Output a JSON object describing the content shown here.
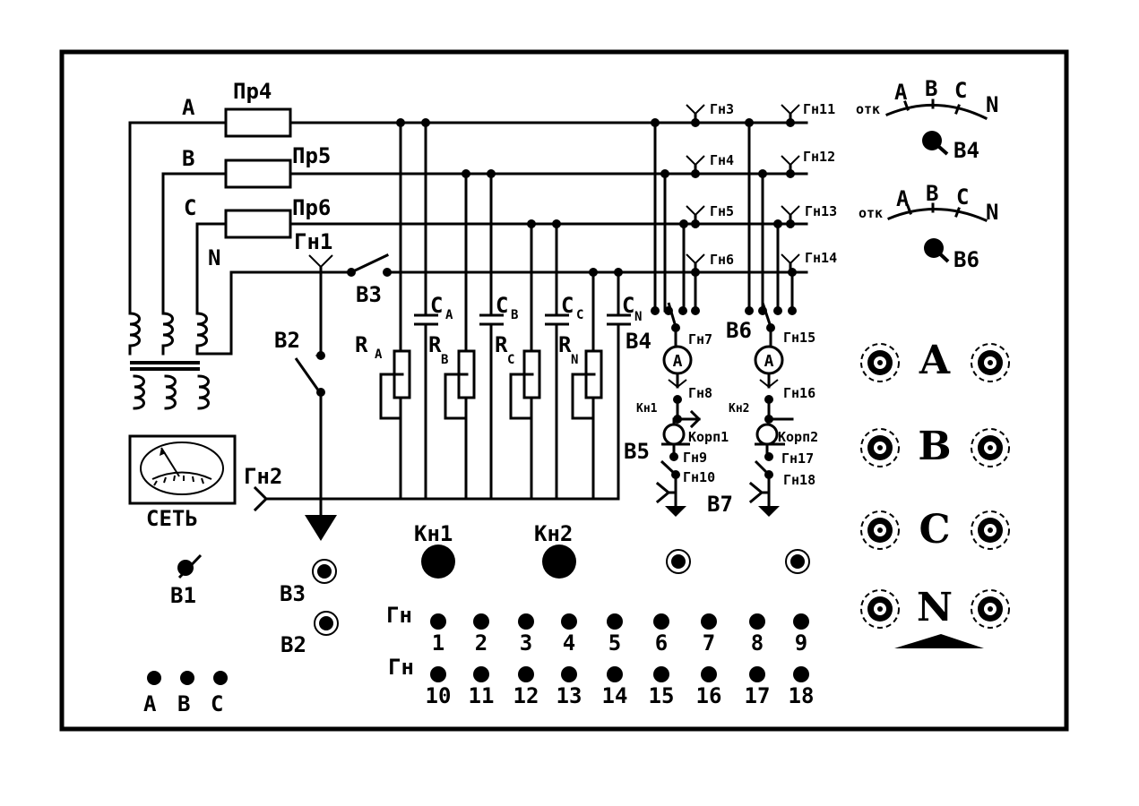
{
  "phases": {
    "a": "A",
    "b": "B",
    "c": "C",
    "n": "N"
  },
  "fuses": {
    "f4": "Пр4",
    "f5": "Пр5",
    "f6": "Пр6"
  },
  "sockets": {
    "g1": "Гн1",
    "g2": "Гн2",
    "g3": "Гн3",
    "g4": "Гн4",
    "g5": "Гн5",
    "g6": "Гн6",
    "g7": "Гн7",
    "g8": "Гн8",
    "g9": "Гн9",
    "g10": "Гн10",
    "g11": "Гн11",
    "g12": "Гн12",
    "g13": "Гн13",
    "g14": "Гн14",
    "g15": "Гн15",
    "g16": "Гн16",
    "g17": "Гн17",
    "g18": "Гн18"
  },
  "switches": {
    "v1": "В1",
    "v2": "В2",
    "v3": "В3",
    "v4": "В4",
    "v5": "В5",
    "v6": "В6",
    "v7": "В7"
  },
  "buttons": {
    "k1": "Кн1",
    "k2": "Кн2"
  },
  "housings": {
    "h1": "Корп1",
    "h2": "Корп2"
  },
  "caps": {
    "c": "C",
    "a": "A",
    "b": "B",
    "cc": "C",
    "n": "N"
  },
  "res": {
    "r": "R",
    "a": "A",
    "b": "B",
    "c": "C",
    "n": "N"
  },
  "ammeter": "A",
  "voltmeter_label": "СЕТЬ",
  "selector": {
    "off": "отк",
    "a": "A",
    "b": "B",
    "c": "C",
    "n": "N"
  },
  "terminals": [
    "A",
    "B",
    "C",
    "N"
  ],
  "socket_row_label": "Гн",
  "socket_row1": [
    "1",
    "2",
    "3",
    "4",
    "5",
    "6",
    "7",
    "8",
    "9"
  ],
  "socket_row2": [
    "10",
    "11",
    "12",
    "13",
    "14",
    "15",
    "16",
    "17",
    "18"
  ],
  "abc_row": [
    "A",
    "B",
    "C"
  ],
  "colors": {
    "line": "#000000",
    "background": "#ffffff"
  }
}
